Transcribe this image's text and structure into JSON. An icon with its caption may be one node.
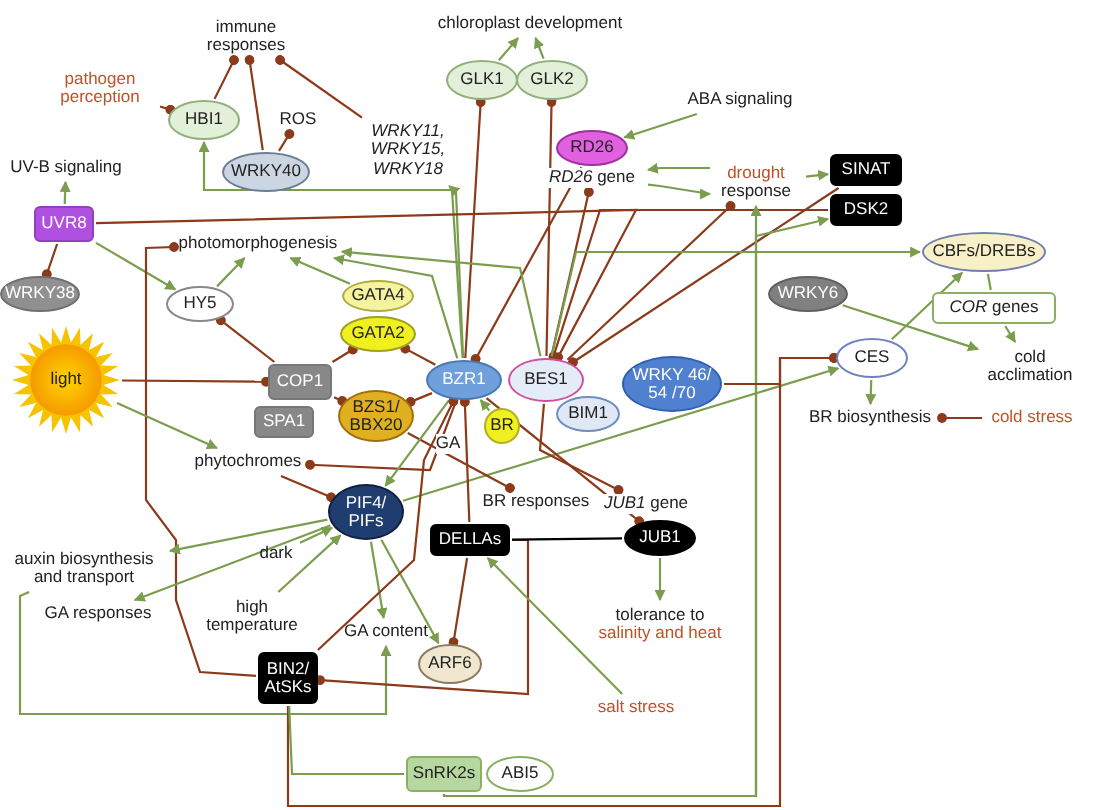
{
  "diagram": {
    "nodes": [
      {
        "text": [
          "HBI1"
        ]
      },
      {
        "text": [
          "WRKY40"
        ]
      },
      {
        "text": [
          "GLK1"
        ]
      },
      {
        "text": [
          "GLK2"
        ]
      },
      {
        "text": [
          "RD26"
        ]
      },
      {
        "text": [
          "SINAT"
        ]
      },
      {
        "text": [
          "DSK2"
        ]
      },
      {
        "text": [
          "UVR8"
        ]
      },
      {
        "text": [
          "WRKY38"
        ]
      },
      {
        "text": [
          "HY5"
        ]
      },
      {
        "text": [
          "GATA4"
        ]
      },
      {
        "text": [
          "GATA2"
        ]
      },
      {
        "text": [
          "COP1"
        ]
      },
      {
        "text": [
          "SPA1"
        ]
      },
      {
        "text": [
          "BZS1/BBX20"
        ]
      },
      {
        "text": [
          "light"
        ]
      },
      {
        "text": [
          "BZR1"
        ]
      },
      {
        "text": [
          "BES1"
        ]
      },
      {
        "text": [
          "BIM1"
        ]
      },
      {
        "text": [
          "BR"
        ]
      },
      {
        "text": [
          "WRKY 46/54 /70"
        ]
      },
      {
        "text": [
          "WRKY6"
        ]
      },
      {
        "text": [
          "CBFs/DREBs"
        ]
      },
      {
        "text": [
          "*COR* genes"
        ]
      },
      {
        "text": [
          "CES"
        ]
      },
      {
        "text": [
          "PIF4/PIFs"
        ]
      },
      {
        "text": [
          "DELLAs"
        ]
      },
      {
        "text": [
          "JUB1"
        ]
      },
      {
        "text": [
          "ARF6"
        ]
      },
      {
        "text": [
          "BIN2/AtSKs"
        ]
      },
      {
        "text": [
          "SnRK2s"
        ]
      },
      {
        "text": [
          "ABI5"
        ]
      },
      {
        "text": [
          "immune responses"
        ]
      },
      {
        "text": [
          "pathogen perception"
        ]
      },
      {
        "text": [
          "ROS"
        ]
      },
      {
        "text": [
          "WRKY11, WRKY15, WRKY18"
        ]
      },
      {
        "text": [
          "chloroplast development"
        ]
      },
      {
        "text": [
          "ABA signaling"
        ]
      },
      {
        "text": [
          "*RD26* gene"
        ]
      },
      {
        "text": [
          "drought",
          "response"
        ]
      },
      {
        "text": [
          "UV-B signaling"
        ]
      },
      {
        "text": [
          "photomorphogenesis"
        ]
      },
      {
        "text": [
          "phytochromes"
        ]
      },
      {
        "text": [
          "BR responses"
        ]
      },
      {
        "text": [
          "GA"
        ]
      },
      {
        "text": [
          "*JUB1* gene"
        ]
      },
      {
        "text": [
          "cold acclimation"
        ]
      },
      {
        "text": [
          "BR biosynthesis"
        ]
      },
      {
        "text": [
          "cold stress"
        ]
      },
      {
        "text": [
          "auxin biosynthesis and transport"
        ]
      },
      {
        "text": [
          "GA responses"
        ]
      },
      {
        "text": [
          "dark"
        ]
      },
      {
        "text": [
          "high temperature"
        ]
      },
      {
        "text": [
          "GA content"
        ]
      },
      {
        "text": [
          "tolerance to",
          "salinity and heat"
        ]
      },
      {
        "text": [
          "salt stress"
        ]
      }
    ],
    "edges": [
      {
        "from": 0,
        "to": 32,
        "arrow": "other",
        "color": "#8b3a1a"
      },
      {
        "from": 33,
        "to": 0,
        "arrow": "other",
        "color": "#8b3a1a"
      },
      {
        "from": 1,
        "to": 32,
        "arrow": "other",
        "color": "#8b3a1a"
      },
      {
        "from": 1,
        "to": 34,
        "arrow": "other",
        "color": "#8b3a1a"
      },
      {
        "from": 35,
        "to": 32,
        "arrow": "other",
        "color": "#8b3a1a"
      },
      {
        "from": 16,
        "to": 35,
        "arrow": "to"
      },
      {
        "from": 16,
        "to": 0,
        "arrow": "to"
      },
      {
        "from": 2,
        "to": 36,
        "arrow": "to"
      },
      {
        "from": 3,
        "to": 36,
        "arrow": "to"
      },
      {
        "from": 16,
        "to": 2,
        "arrow": "other",
        "color": "#8b3a1a"
      },
      {
        "from": 17,
        "to": 3,
        "arrow": "other",
        "color": "#8b3a1a"
      },
      {
        "from": 37,
        "to": 4,
        "arrow": "to"
      },
      {
        "from": 4,
        "to": 16,
        "arrow": "other",
        "color": "#8b3a1a"
      },
      {
        "from": 17,
        "to": 38,
        "arrow": "other",
        "color": "#8b3a1a"
      },
      {
        "from": 39,
        "to": 38,
        "arrow": "to"
      },
      {
        "from": 38,
        "to": 39,
        "arrow": "to"
      },
      {
        "from": 39,
        "to": 5,
        "arrow": "to"
      },
      {
        "from": 5,
        "to": 17,
        "arrow": "other",
        "color": "#8b3a1a"
      },
      {
        "from": 6,
        "to": 17,
        "arrow": "other",
        "color": "#8b3a1a"
      },
      {
        "from": 17,
        "to": 39,
        "arrow": "other",
        "color": "#8b3a1a"
      },
      {
        "from": 30,
        "to": 6,
        "arrow": "to"
      },
      {
        "from": 30,
        "to": 39,
        "arrow": "to"
      },
      {
        "from": 17,
        "to": 22,
        "arrow": "to"
      },
      {
        "from": 21,
        "to": 46,
        "arrow": "to"
      },
      {
        "from": 22,
        "to": 23,
        "arrow": "none"
      },
      {
        "from": 23,
        "to": 46,
        "arrow": "to"
      },
      {
        "from": 24,
        "to": 22,
        "arrow": "to"
      },
      {
        "from": 24,
        "to": 47,
        "arrow": "to"
      },
      {
        "from": 48,
        "to": 47,
        "arrow": "other",
        "color": "#8b3a1a"
      },
      {
        "from": 20,
        "to": 24,
        "arrow": "other",
        "color": "#8b3a1a"
      },
      {
        "from": 25,
        "to": 24,
        "arrow": "to"
      },
      {
        "from": 7,
        "to": 40,
        "arrow": "to"
      },
      {
        "from": 7,
        "to": 8,
        "arrow": "other",
        "color": "#8b3a1a"
      },
      {
        "from": 7,
        "to": 17,
        "arrow": "other",
        "color": "#8b3a1a"
      },
      {
        "from": 7,
        "to": 9,
        "arrow": "to"
      },
      {
        "from": 9,
        "to": 41,
        "arrow": "to"
      },
      {
        "from": 10,
        "to": 41,
        "arrow": "to"
      },
      {
        "from": 16,
        "to": 41,
        "arrow": "to"
      },
      {
        "from": 17,
        "to": 41,
        "arrow": "to"
      },
      {
        "from": 12,
        "to": 9,
        "arrow": "other",
        "color": "#8b3a1a"
      },
      {
        "from": 29,
        "to": 41,
        "arrow": "other",
        "color": "#8b3a1a"
      },
      {
        "from": 15,
        "to": 12,
        "arrow": "other",
        "color": "#8b3a1a"
      },
      {
        "from": 15,
        "to": 42,
        "arrow": "to"
      },
      {
        "from": 42,
        "to": 25,
        "arrow": "other",
        "color": "#8b3a1a"
      },
      {
        "from": 16,
        "to": 42,
        "arrow": "other",
        "color": "#8b3a1a"
      },
      {
        "from": 12,
        "to": 11,
        "arrow": "other",
        "color": "#8b3a1a"
      },
      {
        "from": 12,
        "to": 14,
        "arrow": "other",
        "color": "#8b3a1a"
      },
      {
        "from": 16,
        "to": 11,
        "arrow": "other",
        "color": "#8b3a1a"
      },
      {
        "from": 16,
        "to": 14,
        "arrow": "other",
        "color": "#8b3a1a"
      },
      {
        "from": 14,
        "to": 43,
        "arrow": "other",
        "color": "#8b3a1a"
      },
      {
        "from": 19,
        "to": 16,
        "arrow": "to"
      },
      {
        "from": 26,
        "to": 16,
        "arrow": "other",
        "color": "#8b3a1a"
      },
      {
        "from": 26,
        "to": 28,
        "arrow": "other",
        "color": "#8b3a1a"
      },
      {
        "from": 25,
        "to": 28,
        "arrow": "to"
      },
      {
        "from": 16,
        "to": 25,
        "arrow": "to"
      },
      {
        "from": 51,
        "to": 25,
        "arrow": "to"
      },
      {
        "from": 52,
        "to": 25,
        "arrow": "to"
      },
      {
        "from": 25,
        "to": 53,
        "arrow": "to"
      },
      {
        "from": 25,
        "to": 49,
        "arrow": "to"
      },
      {
        "from": 29,
        "to": 16,
        "arrow": "other",
        "color": "#8b3a1a"
      },
      {
        "from": 25,
        "to": 50,
        "arrow": "to"
      },
      {
        "from": 49,
        "to": 53,
        "arrow": "to"
      },
      {
        "from": 26,
        "to": 29,
        "arrow": "other",
        "color": "#8b3a1a"
      },
      {
        "from": 26,
        "to": 27,
        "arrow": "none",
        "color": "#000000"
      },
      {
        "from": 17,
        "to": 45,
        "arrow": "other",
        "color": "#8b3a1a"
      },
      {
        "from": 16,
        "to": 27,
        "arrow": "other",
        "color": "#8b3a1a"
      },
      {
        "from": 27,
        "to": 54,
        "arrow": "to"
      },
      {
        "from": 55,
        "to": 26,
        "arrow": "to"
      },
      {
        "from": 29,
        "to": 24,
        "arrow": "other",
        "color": "#8b3a1a"
      },
      {
        "from": 29,
        "to": 30,
        "arrow": "none"
      }
    ]
  }
}
